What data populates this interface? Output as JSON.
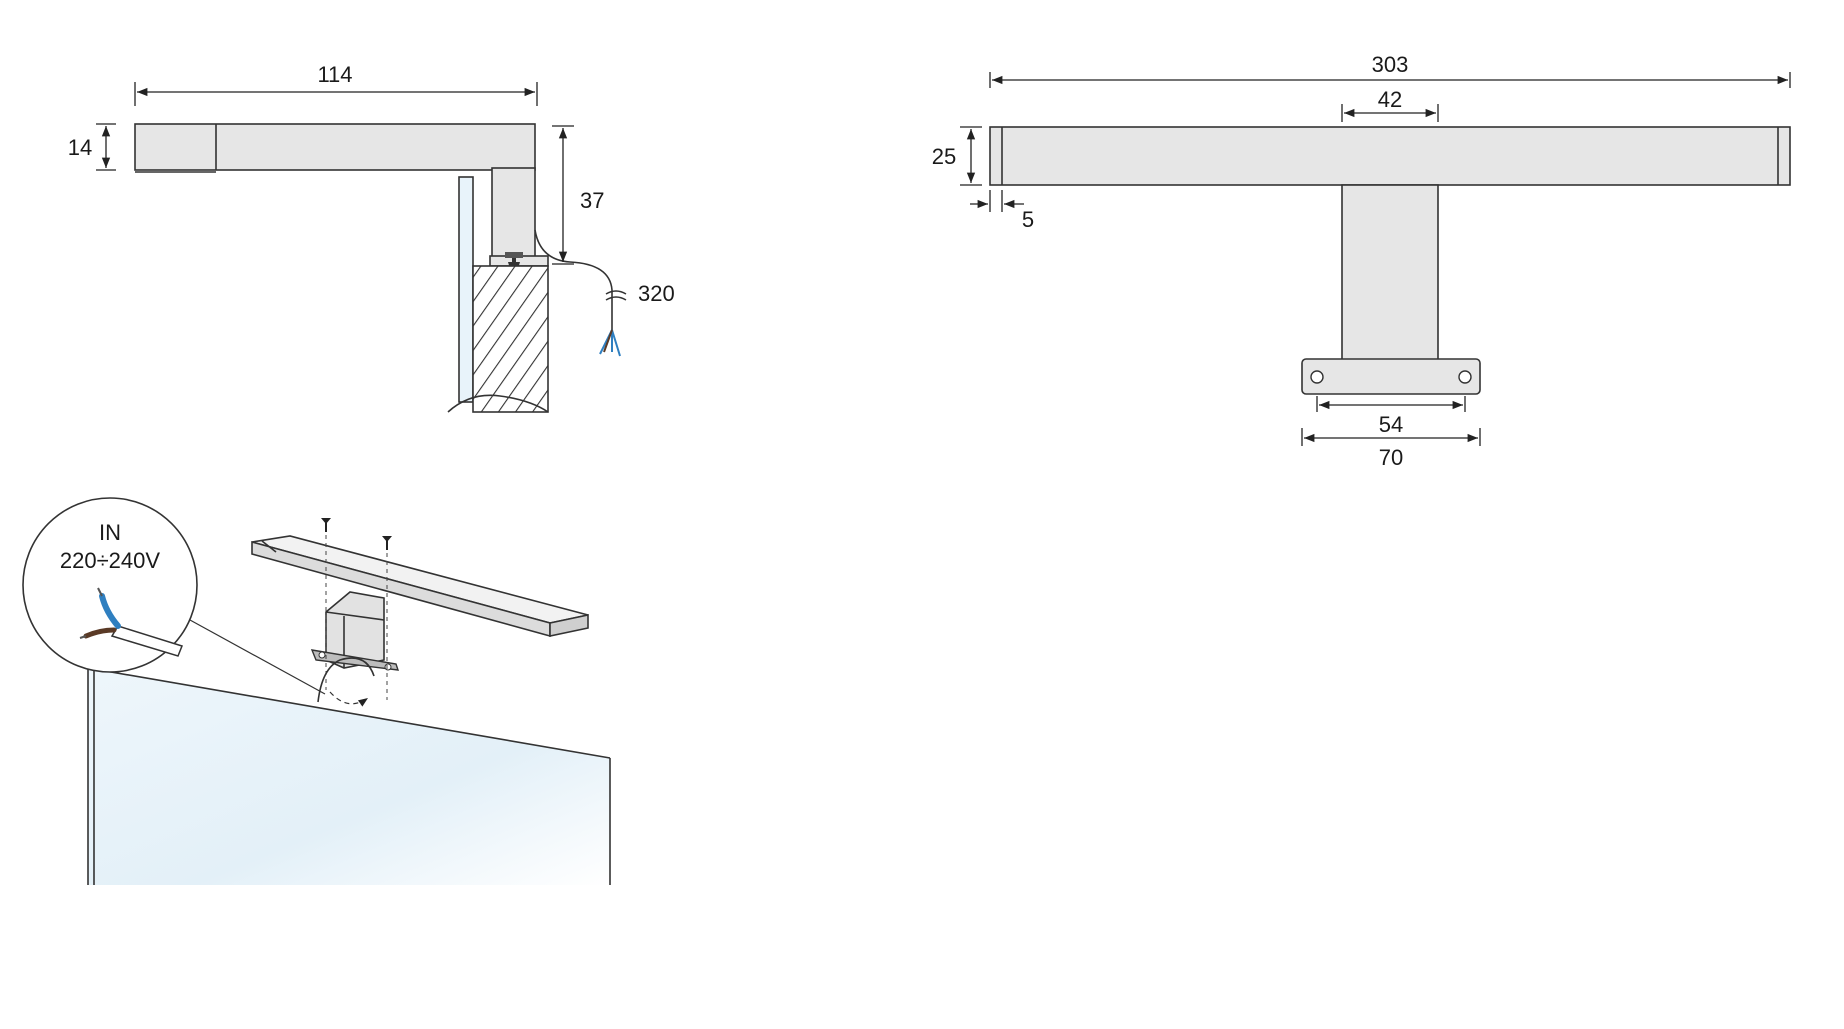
{
  "side_view": {
    "dim_width": "114",
    "dim_height": "14",
    "dim_drop": "37",
    "dim_cable": "320"
  },
  "front_view": {
    "dim_total": "303",
    "dim_stem": "42",
    "dim_bar_height": "25",
    "dim_end_cap": "5",
    "dim_hole_spacing": "54",
    "dim_base": "70"
  },
  "install_view": {
    "input_label": "IN",
    "voltage_label": "220÷240V"
  },
  "colors": {
    "line": "#333333",
    "fill": "#e6e6e6",
    "mirror": "#e8f3fa",
    "wire_blue": "#2f7fc0",
    "wire_brown": "#5a3a26"
  }
}
